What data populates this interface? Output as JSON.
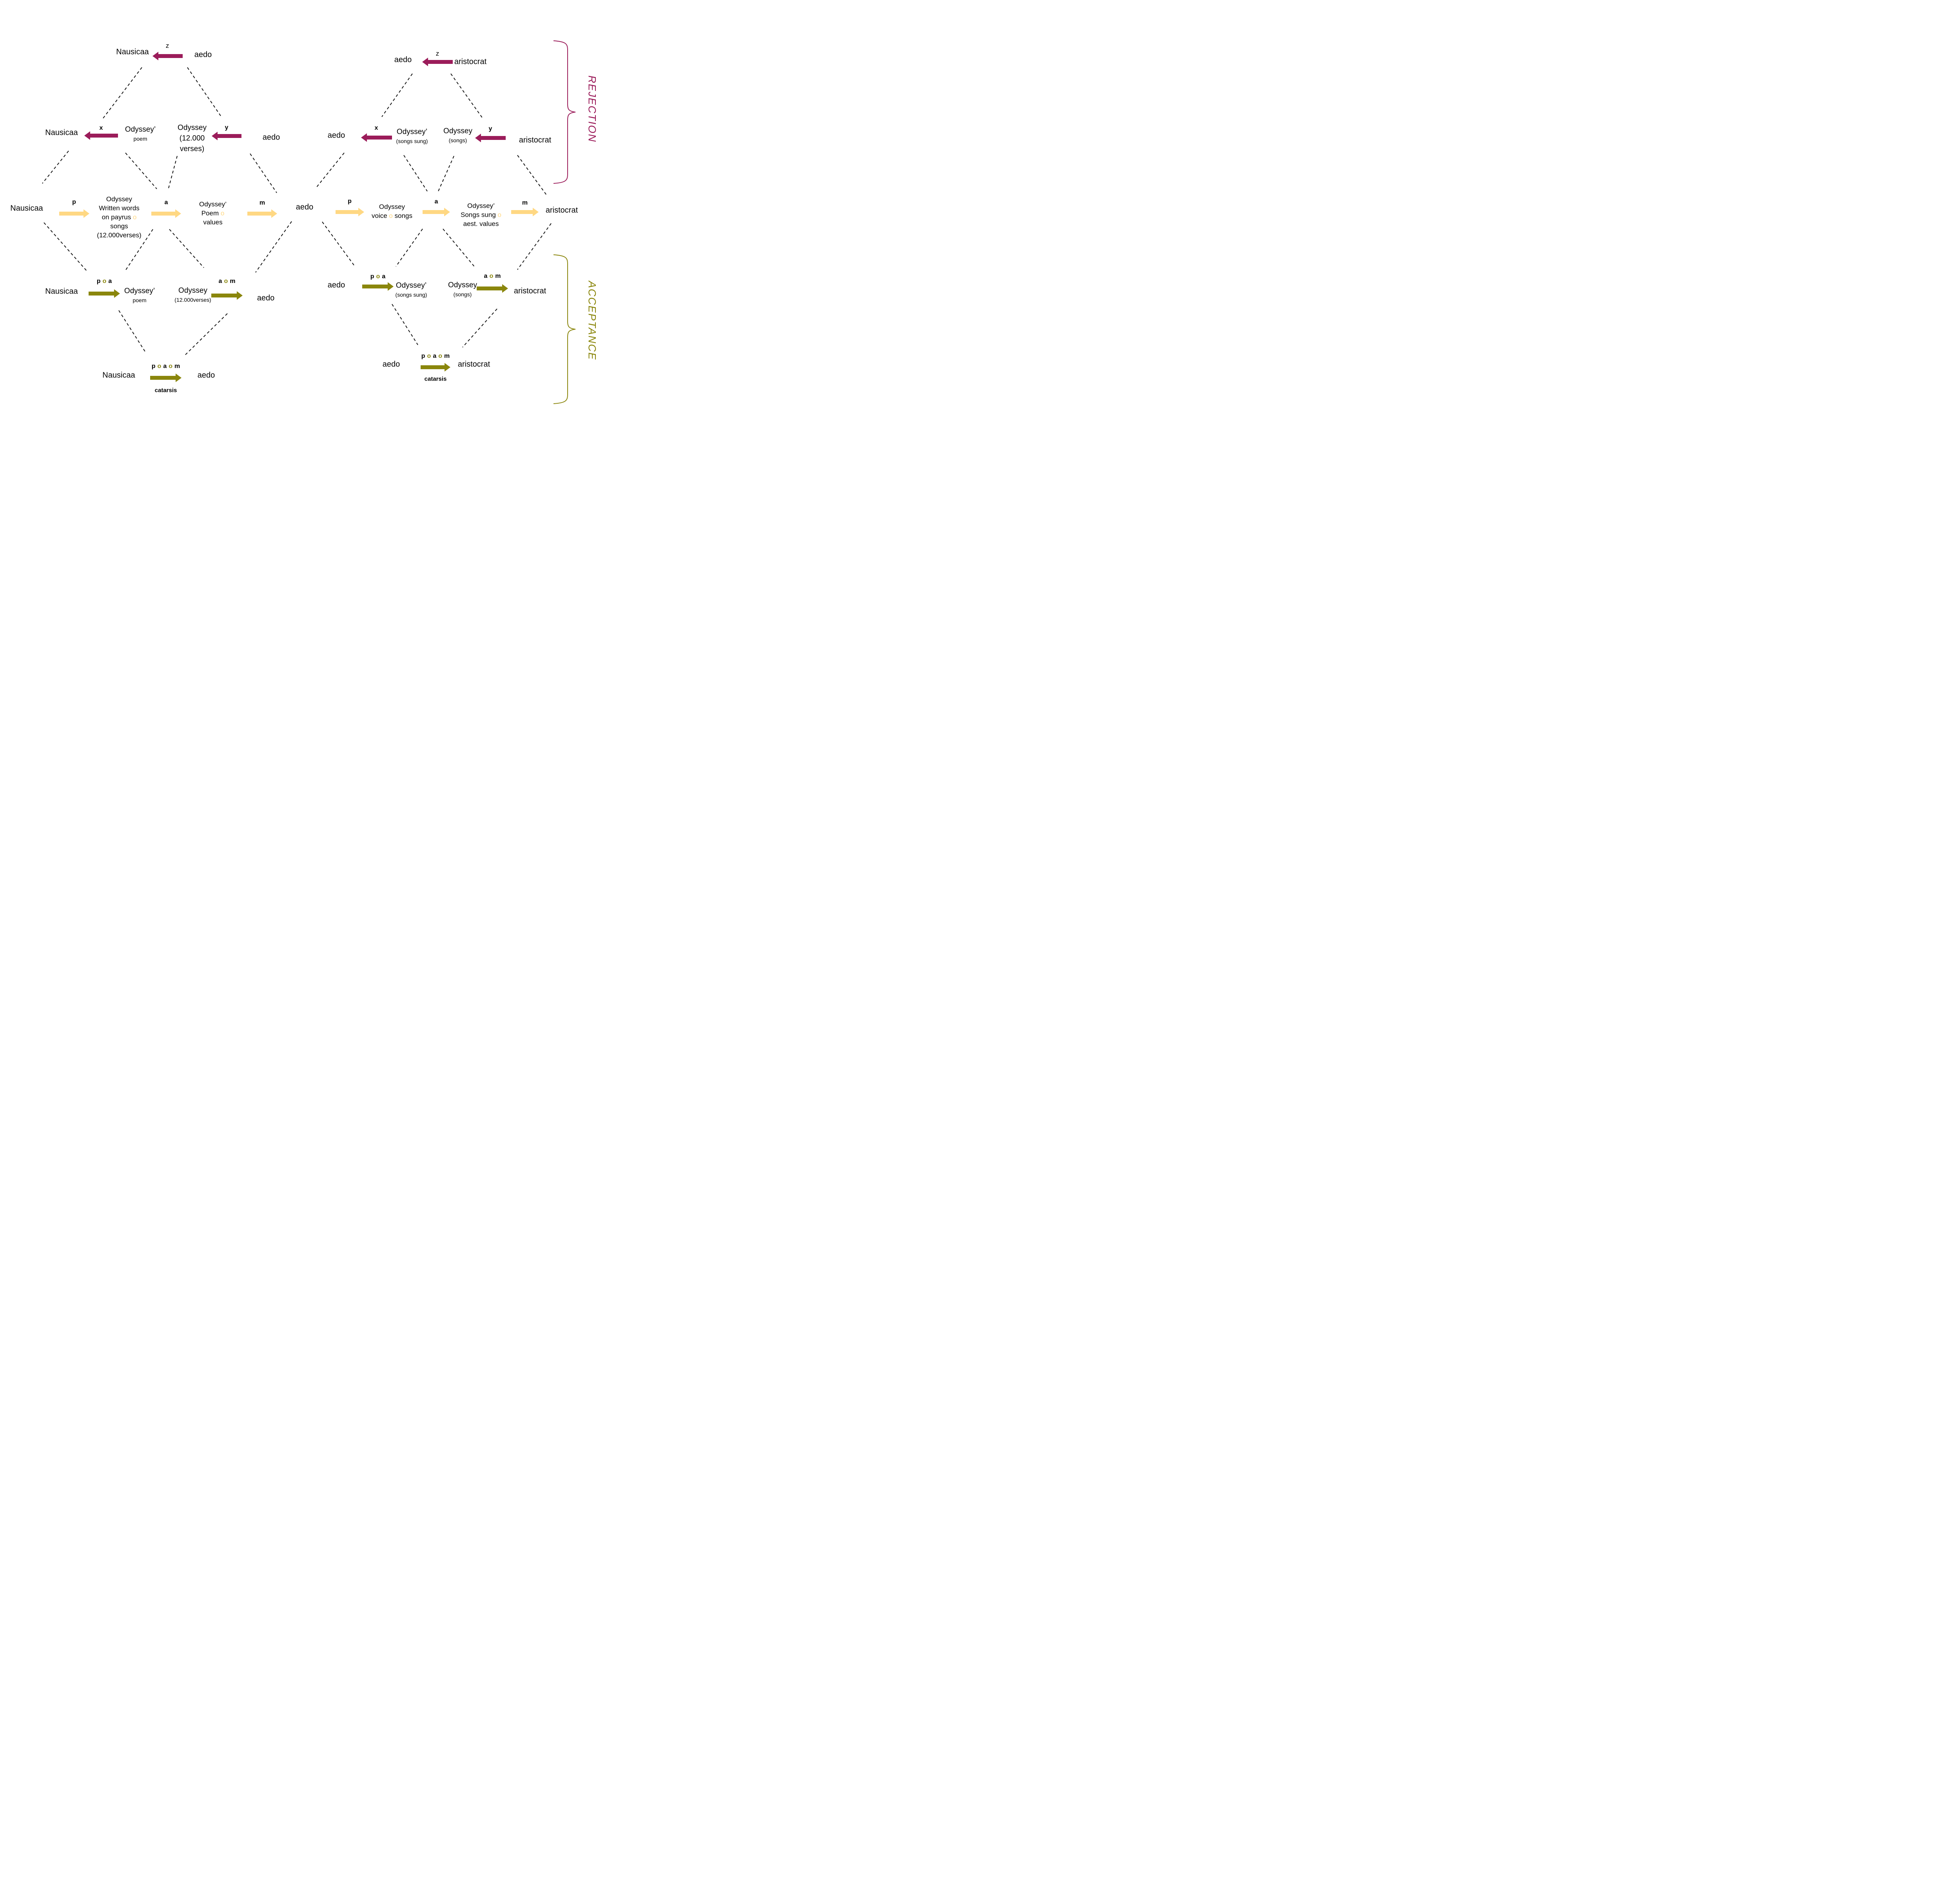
{
  "colors": {
    "maroon": "#9B1C5A",
    "olive": "#8A860C",
    "yellow": "#FFD883"
  },
  "labels": {
    "rejection": "REJECTION",
    "acceptance": "ACCEPTANCE"
  },
  "left": {
    "top": {
      "target": "Nausicaa",
      "rel": "z",
      "source": "aedo"
    },
    "r2a": {
      "target": "Nausicaa",
      "rel": "x",
      "src1": "Odyssey’",
      "src2": "poem"
    },
    "r2b": {
      "tgt1": "Odyssey",
      "tgt2": "(12.000",
      "tgt3": "verses)",
      "rel": "y",
      "source": "aedo"
    },
    "mid": {
      "left": "Nausicaa",
      "p": "p",
      "a": "a",
      "m": "m",
      "right": "aedo",
      "obj1": {
        "l1": "Odyssey",
        "l2": "Written words",
        "l3a": "on payrus ",
        "l3o": "o",
        "l4": "songs",
        "l5": "(12.000verses)"
      },
      "obj2": {
        "l1": "Odyssey’",
        "l2a": "Poem ",
        "l2o": "o",
        "l3": "values"
      }
    },
    "r4a": {
      "source": "Nausicaa",
      "rel": [
        "p",
        "o",
        "a"
      ],
      "tgt1": "Odyssey’",
      "tgt2": "poem"
    },
    "r4b": {
      "src1": "Odyssey",
      "src2": "(12.000verses)",
      "rel": [
        "a",
        "o",
        "m"
      ],
      "target": "aedo"
    },
    "bottom": {
      "source": "Nausicaa",
      "rel": [
        "p",
        "o",
        "a",
        "o",
        "m"
      ],
      "target": "aedo",
      "caption": "catarsis"
    }
  },
  "right": {
    "top": {
      "target": "aedo",
      "rel": "z",
      "source": "aristocrat"
    },
    "r2a": {
      "target": "aedo",
      "rel": "x",
      "src1": "Odyssey’",
      "src2": "(songs sung)"
    },
    "r2b": {
      "tgt1": "Odyssey",
      "tgt2": "(songs)",
      "rel": "y",
      "source": "aristocrat"
    },
    "mid": {
      "p": "p",
      "a": "a",
      "m": "m",
      "right": "aristocrat",
      "obj1": {
        "l1": "Odyssey",
        "l2a": "voice ",
        "l2o": "o",
        "l2c": " songs"
      },
      "obj2": {
        "l1": "Odyssey’",
        "l2a": "Songs sung ",
        "l2o": "o",
        "l3": "aest. values"
      }
    },
    "r4a": {
      "source": "aedo",
      "rel": [
        "p",
        "o",
        "a"
      ],
      "tgt1": "Odyssey’",
      "tgt2": "(songs sung)"
    },
    "r4b": {
      "src1": "Odyssey",
      "src2": "(songs)",
      "rel": [
        "a",
        "o",
        "m"
      ],
      "target": "aristocrat"
    },
    "bottom": {
      "source": "aedo",
      "rel": [
        "p",
        "o",
        "a",
        "o",
        "m"
      ],
      "target": "aristocrat",
      "caption": "catarsis"
    }
  }
}
